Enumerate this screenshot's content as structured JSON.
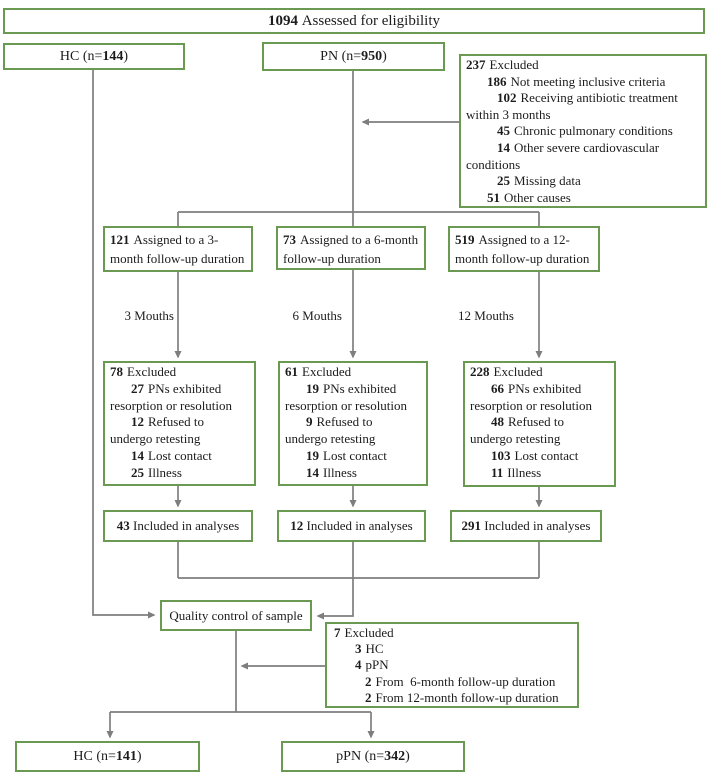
{
  "colors": {
    "box_border": "#6a9951",
    "connector": "#7e7e7e",
    "text": "#1c1c1c",
    "background": "#ffffff"
  },
  "title": {
    "num": "1094",
    "text": "Assessed for eligibility"
  },
  "groups": {
    "hc_top": {
      "pre": "HC (n=",
      "num": "144",
      "post": ")"
    },
    "pn_top": {
      "pre": "PN (n=",
      "num": "950",
      "post": ")"
    },
    "hc_bottom": {
      "pre": "HC (n=",
      "num": "141",
      "post": ")"
    },
    "ppn_bottom": {
      "pre": "pPN (n=",
      "num": "342",
      "post": ")"
    }
  },
  "excluded_initial": {
    "lines": [
      {
        "num": "237",
        "text": "Excluded",
        "ind": 0
      },
      {
        "num": "186",
        "text": "Not meeting inclusive criteria",
        "ind": 1
      },
      {
        "num": "102",
        "text": "Receiving antibiotic treatment",
        "ind": 2
      },
      {
        "num": "",
        "text": "within 3 months",
        "ind": 0
      },
      {
        "num": "45",
        "text": "Chronic pulmonary conditions",
        "ind": 2
      },
      {
        "num": "14",
        "text": "Other severe cardiovascular",
        "ind": 2
      },
      {
        "num": "",
        "text": "conditions",
        "ind": 0
      },
      {
        "num": "25",
        "text": "Missing data",
        "ind": 2
      },
      {
        "num": "51",
        "text": "Other causes",
        "ind": 1
      }
    ]
  },
  "assigned": {
    "m3": {
      "lines": [
        {
          "num": "121",
          "text": "Assigned to a 3-",
          "ind": 0
        },
        {
          "num": "",
          "text": "month follow-up duration",
          "ind": 0
        }
      ]
    },
    "m6": {
      "lines": [
        {
          "num": "73",
          "text": "Assigned to a 6-month",
          "ind": 0
        },
        {
          "num": "",
          "text": "follow-up duration",
          "ind": 0
        }
      ]
    },
    "m12": {
      "lines": [
        {
          "num": "519",
          "text": "Assigned to a 12-",
          "ind": 0
        },
        {
          "num": "",
          "text": "month follow-up duration",
          "ind": 0
        }
      ]
    }
  },
  "followup_labels": {
    "m3": "3 Mouths",
    "m6": "6 Mouths",
    "m12": "12 Mouths"
  },
  "excluded_followup": {
    "m3": {
      "lines": [
        {
          "num": "78",
          "text": "Excluded",
          "ind": 0
        },
        {
          "num": "27",
          "text": "PNs exhibited",
          "ind": 1
        },
        {
          "num": "",
          "text": "resorption or resolution",
          "ind": 0
        },
        {
          "num": "12",
          "text": "Refused to",
          "ind": 1
        },
        {
          "num": "",
          "text": "undergo retesting",
          "ind": 0
        },
        {
          "num": "14",
          "text": "Lost contact",
          "ind": 1
        },
        {
          "num": "25",
          "text": "Illness",
          "ind": 1
        }
      ]
    },
    "m6": {
      "lines": [
        {
          "num": "61",
          "text": "Excluded",
          "ind": 0
        },
        {
          "num": "19",
          "text": "PNs exhibited",
          "ind": 1
        },
        {
          "num": "",
          "text": "resorption or resolution",
          "ind": 0
        },
        {
          "num": "9",
          "text": "Refused to",
          "ind": 1
        },
        {
          "num": "",
          "text": "undergo retesting",
          "ind": 0
        },
        {
          "num": "19",
          "text": "Lost contact",
          "ind": 1
        },
        {
          "num": "14",
          "text": "Illness",
          "ind": 1
        }
      ]
    },
    "m12": {
      "lines": [
        {
          "num": "228",
          "text": "Excluded",
          "ind": 0
        },
        {
          "num": "66",
          "text": "PNs exhibited",
          "ind": 1
        },
        {
          "num": "",
          "text": "resorption or resolution",
          "ind": 0
        },
        {
          "num": "48",
          "text": "Refused to",
          "ind": 1
        },
        {
          "num": "",
          "text": "undergo retesting",
          "ind": 0
        },
        {
          "num": "103",
          "text": "Lost contact",
          "ind": 1
        },
        {
          "num": "11",
          "text": "Illness",
          "ind": 1
        }
      ]
    }
  },
  "included": {
    "m3": {
      "num": "43",
      "text": "Included in analyses"
    },
    "m6": {
      "num": "12",
      "text": "Included in analyses"
    },
    "m12": {
      "num": "291",
      "text": "Included in analyses"
    }
  },
  "quality": {
    "text": "Quality control of sample"
  },
  "excluded_final": {
    "lines": [
      {
        "num": "7",
        "text": "Excluded",
        "ind": 0
      },
      {
        "num": "3",
        "text": "HC",
        "ind": 1
      },
      {
        "num": "4",
        "text": "pPN",
        "ind": 1
      },
      {
        "num": "2",
        "text": "From  6-month follow-up duration",
        "ind": 2
      },
      {
        "num": "2",
        "text": "From 12-month follow-up duration",
        "ind": 2
      }
    ]
  }
}
